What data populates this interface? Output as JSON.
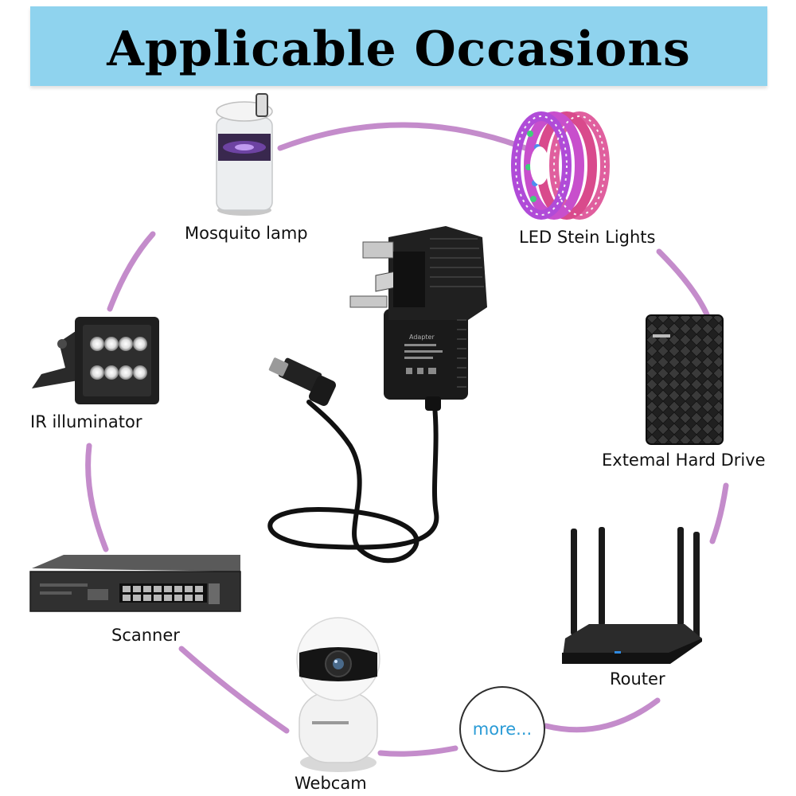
{
  "banner": {
    "title": "Applicable Occasions",
    "color": "#8fd3ee"
  },
  "ring_color": "#c48ccb",
  "center_item": {
    "icon": "power-adapter-icon",
    "adapter_label": "Adapter"
  },
  "devices": [
    {
      "key": "mosquito",
      "label": "Mosquito lamp",
      "icon": "mosquito-lamp-icon"
    },
    {
      "key": "led",
      "label": "LED Stein Lights",
      "icon": "led-strip-icon"
    },
    {
      "key": "ir",
      "label": "IR illuminator",
      "icon": "ir-illuminator-icon"
    },
    {
      "key": "hdd",
      "label": "Extemal Hard Drive",
      "icon": "hard-drive-icon"
    },
    {
      "key": "scanner",
      "label": "Scanner",
      "icon": "network-switch-icon"
    },
    {
      "key": "router",
      "label": "Router",
      "icon": "router-icon"
    },
    {
      "key": "webcam",
      "label": "Webcam",
      "icon": "webcam-icon"
    }
  ],
  "more": {
    "label": "more...",
    "color": "#2a9bd6"
  }
}
